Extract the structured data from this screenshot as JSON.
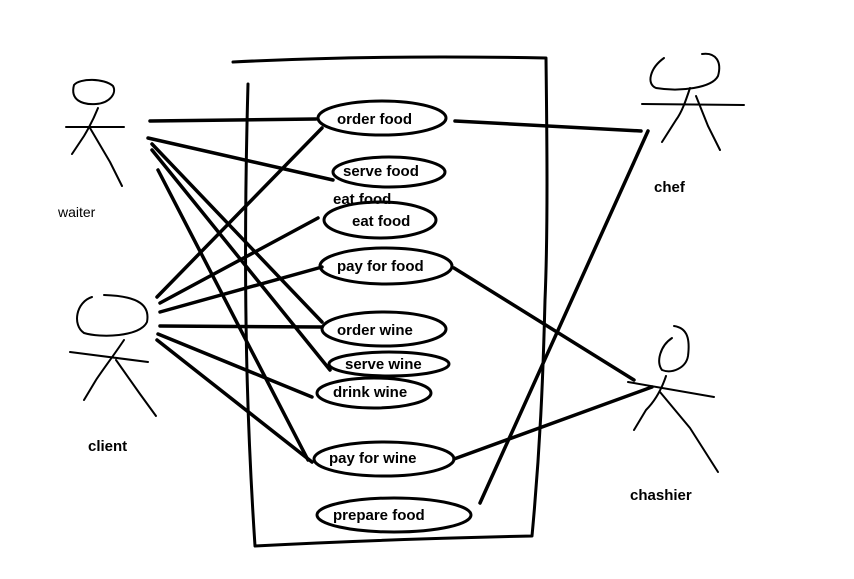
{
  "actors": {
    "waiter": "waiter",
    "client": "client",
    "chef": "chef",
    "cashier": "chashier"
  },
  "use_cases": {
    "order_food": "order food",
    "serve_food": "serve food",
    "eat_food_stray": "eat food",
    "eat_food": "eat food",
    "pay_for_food": "pay for food",
    "order_wine": "order wine",
    "serve_wine": "serve wine",
    "drink_wine": "drink wine",
    "pay_for_wine": "pay for wine",
    "prepare_food": "prepare food"
  }
}
